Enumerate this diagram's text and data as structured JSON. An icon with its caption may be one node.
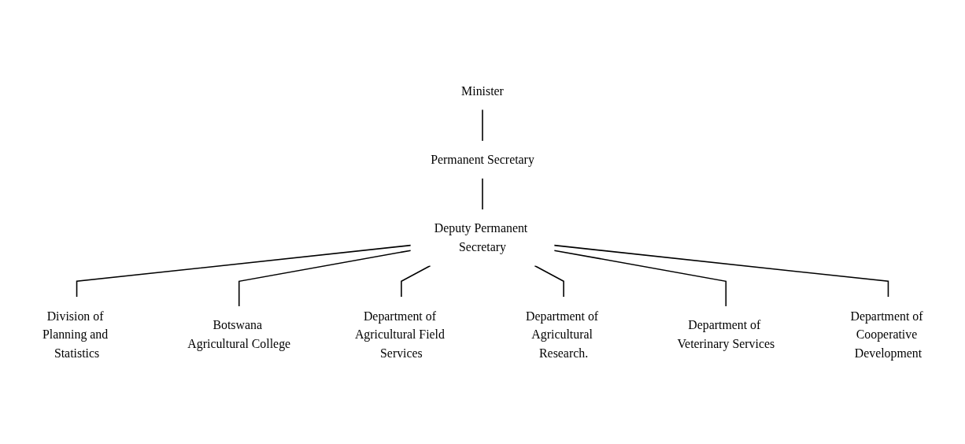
{
  "diagram": {
    "nodes": [
      {
        "text": [
          "Minister"
        ]
      },
      {
        "text": [
          "Permanent Secretary"
        ]
      },
      {
        "text": [
          "Deputy Permanent Secretary"
        ]
      },
      {
        "text": [
          "Division of Planning and Statistics"
        ]
      },
      {
        "text": [
          "Botswana Agricultural College"
        ]
      },
      {
        "text": [
          "Department of Agricultural Field Services"
        ]
      },
      {
        "text": [
          "Department of Agricultural Research."
        ]
      },
      {
        "text": [
          "Department of Veterinary Services"
        ]
      },
      {
        "text": [
          "Department of Cooperative Development"
        ]
      }
    ],
    "edges": [
      {
        "from": 0,
        "to": 1,
        "arrow": "none"
      },
      {
        "from": 1,
        "to": 2,
        "arrow": "none"
      },
      {
        "from": 2,
        "to": 3,
        "arrow": "none"
      },
      {
        "from": 2,
        "to": 4,
        "arrow": "none"
      },
      {
        "from": 2,
        "to": 5,
        "arrow": "none"
      },
      {
        "from": 2,
        "to": 6,
        "arrow": "none"
      },
      {
        "from": 2,
        "to": 7,
        "arrow": "none"
      },
      {
        "from": 2,
        "to": 8,
        "arrow": "none"
      }
    ]
  }
}
